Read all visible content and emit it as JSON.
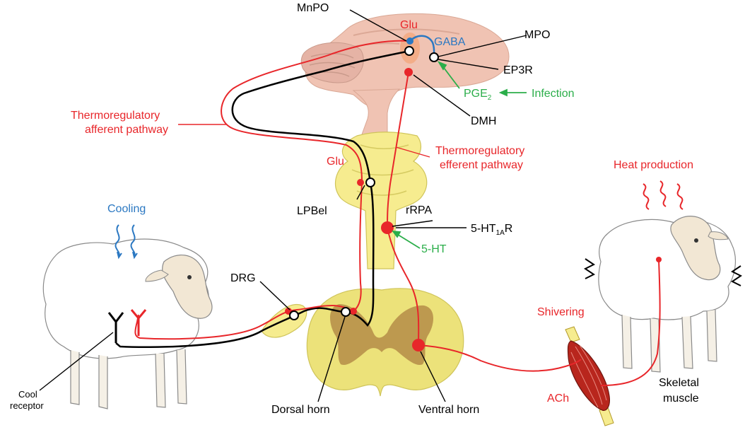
{
  "colors": {
    "black": "#000000",
    "red": "#e8262a",
    "blue": "#2b78c2",
    "green": "#2bae4a",
    "brain": "#f0c3b3",
    "cerebellum": "#e5b3a5",
    "stem": "#f6ec8f",
    "stem_outline": "#cfc45a",
    "cord": "#ece27a",
    "cord_gray": "#b8914a",
    "muscle": "#b8261d"
  },
  "labels": {
    "mnpo": "MnPO",
    "mpo": "MPO",
    "ep3r": "EP3R",
    "pge": "PGE",
    "pge_sub": "2",
    "infection": "Infection",
    "dmh": "DMH",
    "glu_top": "Glu",
    "gaba": "GABA",
    "thermo_aff_1": "Thermoregulatory",
    "thermo_aff_2": "afferent pathway",
    "thermo_eff_1": "Thermoregulatory",
    "thermo_eff_2": "efferent pathway",
    "glu_mid": "Glu",
    "lpbel": "LPBel",
    "rrpa": "rRPA",
    "ht1ar_main": "5-HT",
    "ht1ar_sub": "1A",
    "ht1ar_tail": "R",
    "ht5": "5-HT",
    "drg": "DRG",
    "cooling": "Cooling",
    "cool_receptor_1": "Cool",
    "cool_receptor_2": "receptor",
    "dorsal_horn": "Dorsal horn",
    "ventral_horn": "Ventral horn",
    "heat_production": "Heat production",
    "shivering": "Shivering",
    "ach": "ACh",
    "skeletal_1": "Skeletal",
    "skeletal_2": "muscle"
  }
}
